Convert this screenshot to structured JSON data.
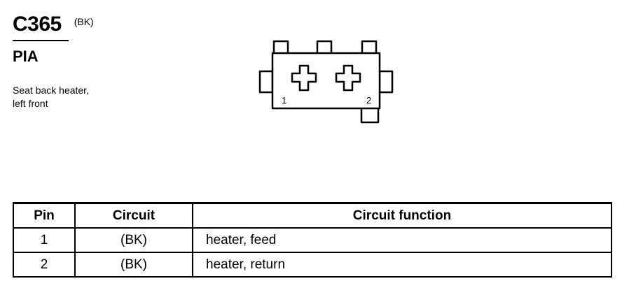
{
  "connector": {
    "id": "C365",
    "color": "(BK)",
    "name": "PIA",
    "description_line1": "Seat back heater,",
    "description_line2": "left front"
  },
  "diagram": {
    "pin_labels": [
      "1",
      "2"
    ]
  },
  "table": {
    "headers": [
      "Pin",
      "Circuit",
      "Circuit function"
    ],
    "rows": [
      {
        "pin": "1",
        "circuit": "(BK)",
        "function": "heater, feed"
      },
      {
        "pin": "2",
        "circuit": "(BK)",
        "function": "heater, return"
      }
    ]
  }
}
